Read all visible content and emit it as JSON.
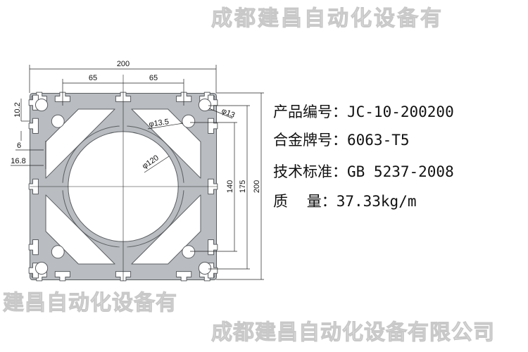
{
  "watermark": {
    "line1": "成都建昌自动化设备有",
    "line2": "成都建昌自动化设备有限公司",
    "line3": "建昌自动化设备有"
  },
  "dimensions": {
    "overall_width": "200",
    "slot_pitch_left": "65",
    "slot_pitch_right": "65",
    "slot_depth": "10.2",
    "slot_width": "6",
    "slot_inner": "16.8",
    "hole_outer": "φ13",
    "hole_inner": "φ13.5",
    "bore": "φ120",
    "height_inner": "140",
    "height_mid": "175",
    "overall_height": "200"
  },
  "specs": [
    {
      "label": "产品编号：",
      "value": "JC-10-200200"
    },
    {
      "label": "合金牌号：",
      "value": "6063-T5"
    },
    {
      "label": "技术标准：",
      "value": "GB 5237-2008"
    },
    {
      "label": "质    量：",
      "value": "37.33kg/m"
    }
  ],
  "colors": {
    "profile_fill": "#b9bdc1",
    "profile_edge": "#5a5d60"
  }
}
